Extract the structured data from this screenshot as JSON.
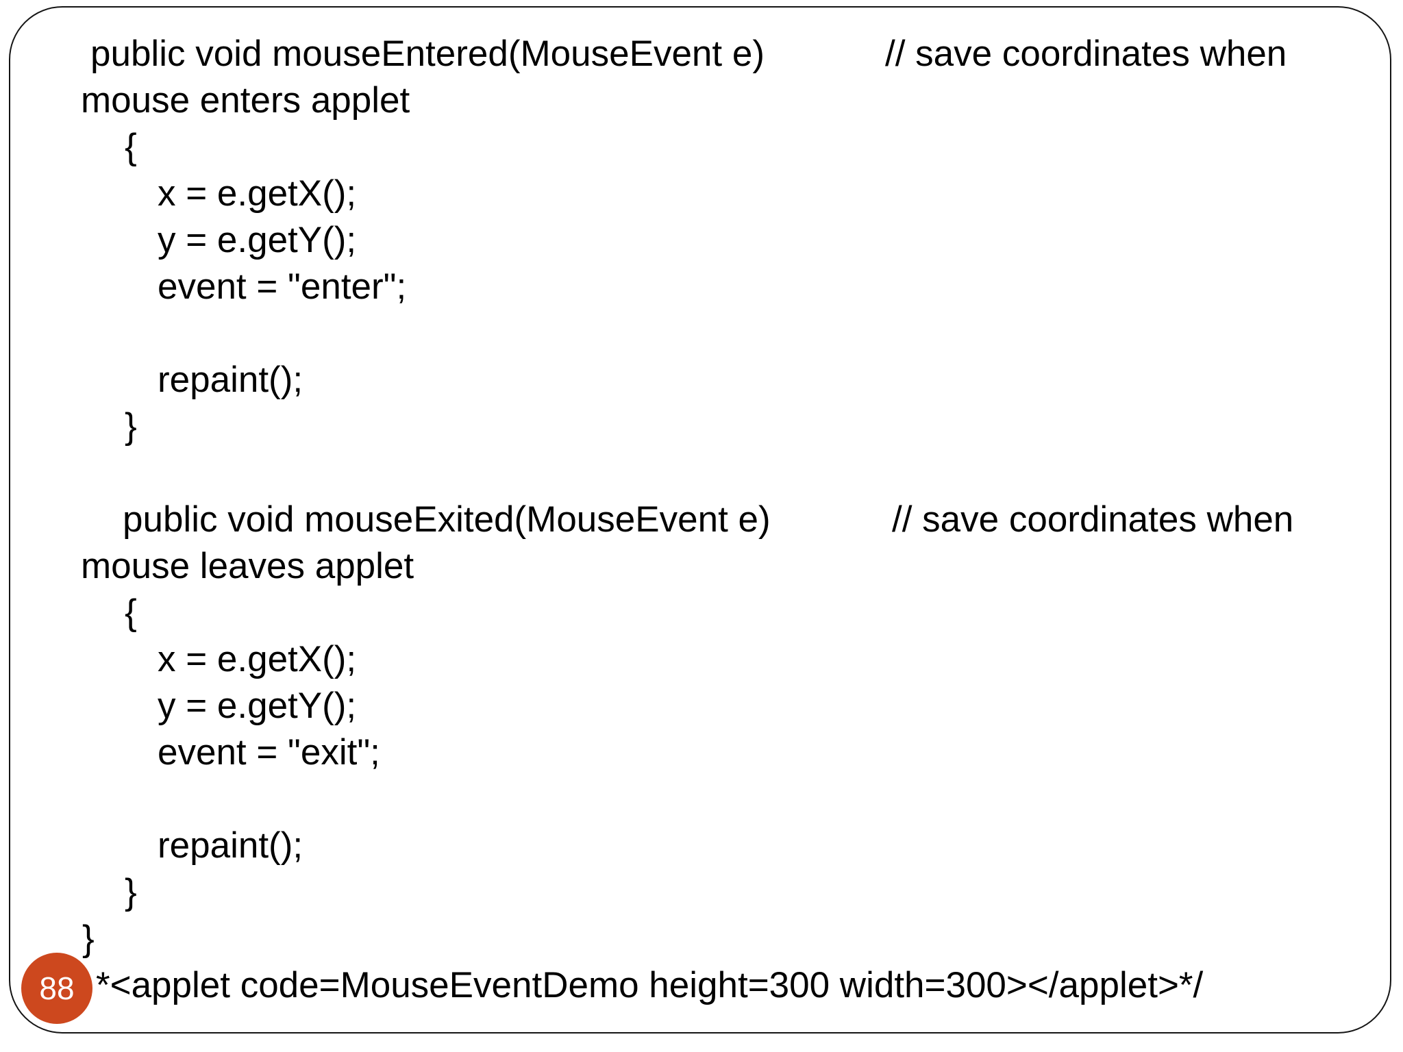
{
  "slide": {
    "page_number": "88",
    "badge_color": "#cd481e",
    "lines": [
      {
        "code": "public void mouseEntered(MouseEvent e)",
        "comment": "// save coordinates when"
      },
      {
        "code": "mouse enters applet"
      },
      {
        "code": "{"
      },
      {
        "code": "x = e.getX();"
      },
      {
        "code": "y = e.getY();"
      },
      {
        "code": "event = \"enter\";"
      },
      {
        "code": ""
      },
      {
        "code": "repaint();"
      },
      {
        "code": "}"
      },
      {
        "code": ""
      },
      {
        "code": "public void mouseExited(MouseEvent e)",
        "comment": "// save coordinates when"
      },
      {
        "code": "mouse leaves applet"
      },
      {
        "code": "{"
      },
      {
        "code": "x = e.getX();"
      },
      {
        "code": "y = e.getY();"
      },
      {
        "code": "event = \"exit\";"
      },
      {
        "code": ""
      },
      {
        "code": "repaint();"
      },
      {
        "code": "}"
      },
      {
        "code": "}"
      },
      {
        "code": "*<applet code=MouseEventDemo height=300 width=300></applet>*/"
      }
    ]
  }
}
